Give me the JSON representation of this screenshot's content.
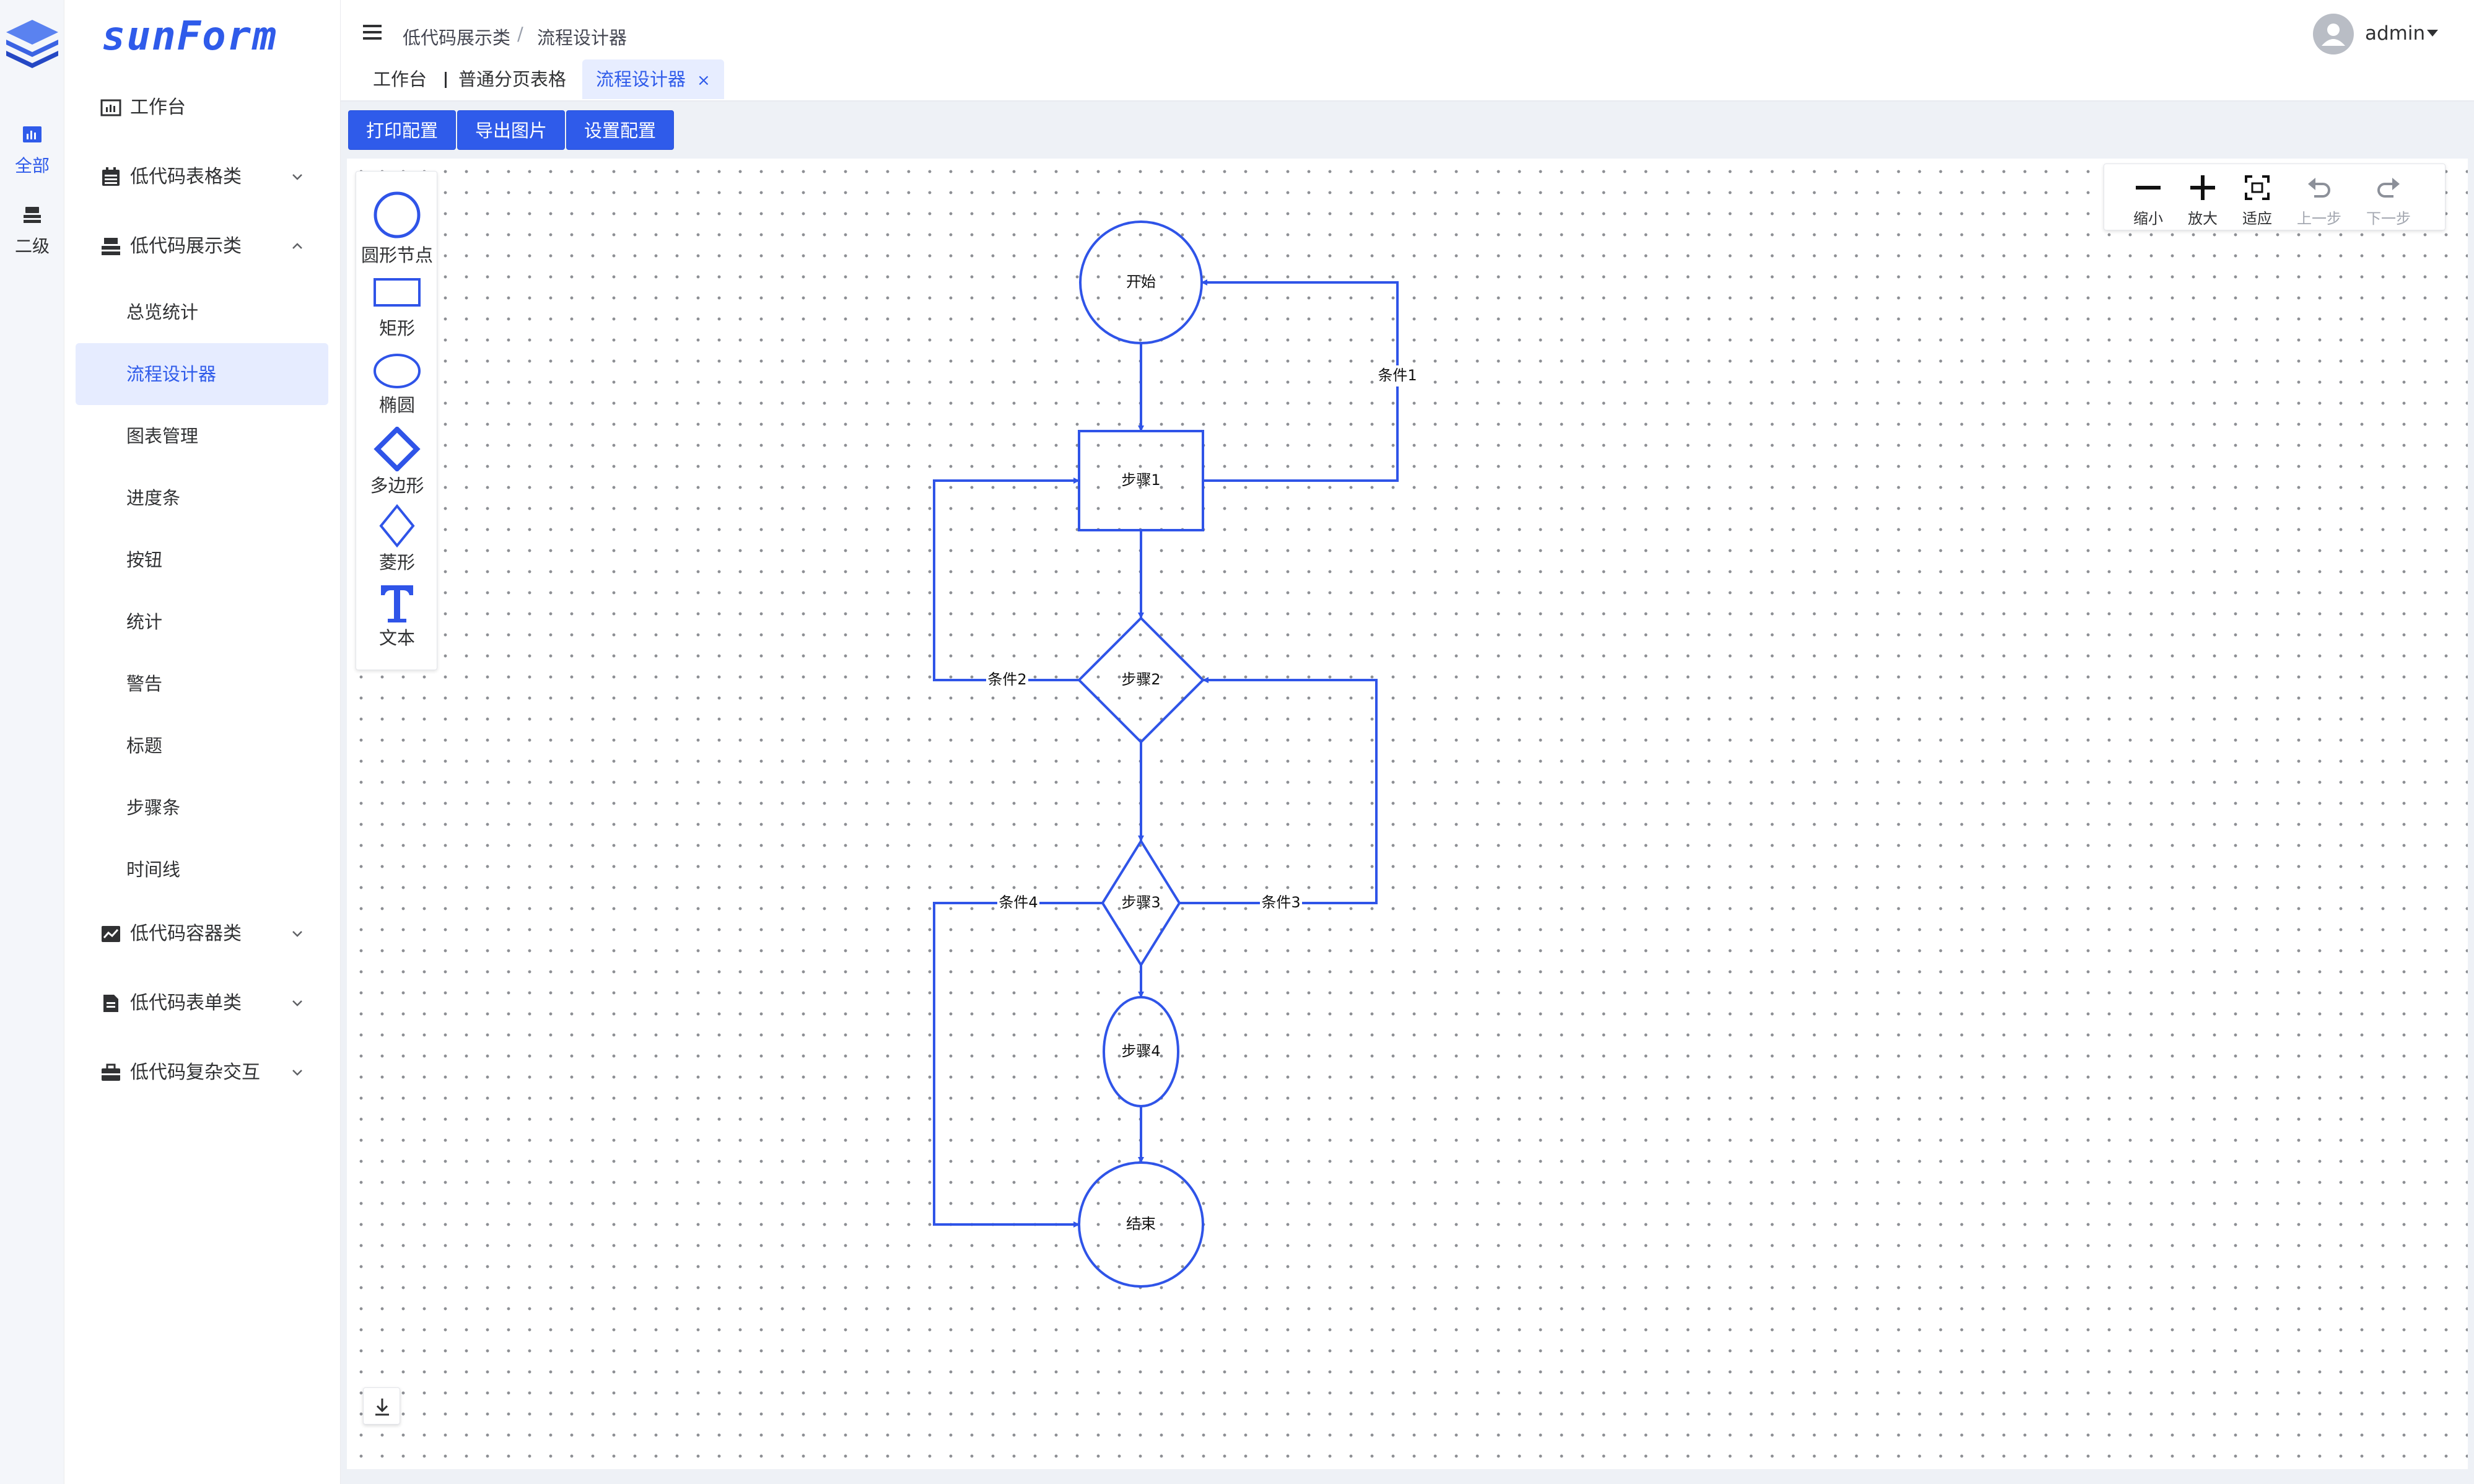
{
  "brand": "sunForm",
  "rail": [
    {
      "label": "全部",
      "icon": "chart-icon",
      "active": true
    },
    {
      "label": "二级",
      "icon": "layers-icon",
      "active": false
    }
  ],
  "menu": {
    "workbench": "工作台",
    "table_category": "低代码表格类",
    "display_category": "低代码展示类",
    "display_items": [
      "总览统计",
      "流程设计器",
      "图表管理",
      "进度条",
      "按钮",
      "统计",
      "警告",
      "标题",
      "步骤条",
      "时间线"
    ],
    "container_category": "低代码容器类",
    "form_category": "低代码表单类",
    "interaction_category": "低代码复杂交互"
  },
  "breadcrumb": [
    "低代码展示类",
    "流程设计器"
  ],
  "user": {
    "name": "admin"
  },
  "tabs": [
    {
      "label": "工作台",
      "active": false
    },
    {
      "label": "普通分页表格",
      "active": false
    },
    {
      "label": "流程设计器",
      "active": true,
      "close": "×"
    }
  ],
  "toolbar": {
    "print": "打印配置",
    "export": "导出图片",
    "settings": "设置配置"
  },
  "palette": [
    {
      "label": "圆形节点",
      "icon": "circle-node-icon"
    },
    {
      "label": "矩形",
      "icon": "rectangle-icon"
    },
    {
      "label": "椭圆",
      "icon": "ellipse-icon"
    },
    {
      "label": "多边形",
      "icon": "polygon-icon"
    },
    {
      "label": "菱形",
      "icon": "diamond-icon"
    },
    {
      "label": "文本",
      "icon": "text-icon"
    }
  ],
  "zoom": {
    "out": "缩小",
    "in": "放大",
    "fit": "适应",
    "undo": "上一步",
    "redo": "下一步"
  },
  "flow": {
    "nodes": {
      "start": "开始",
      "step1": "步骤1",
      "step2": "步骤2",
      "step3": "步骤3",
      "step4": "步骤4",
      "end": "结束"
    },
    "edges": {
      "cond1": "条件1",
      "cond2": "条件2",
      "cond3": "条件3",
      "cond4": "条件4"
    }
  },
  "colors": {
    "accent": "#2f5bea",
    "flow_stroke": "#2f54e8"
  }
}
